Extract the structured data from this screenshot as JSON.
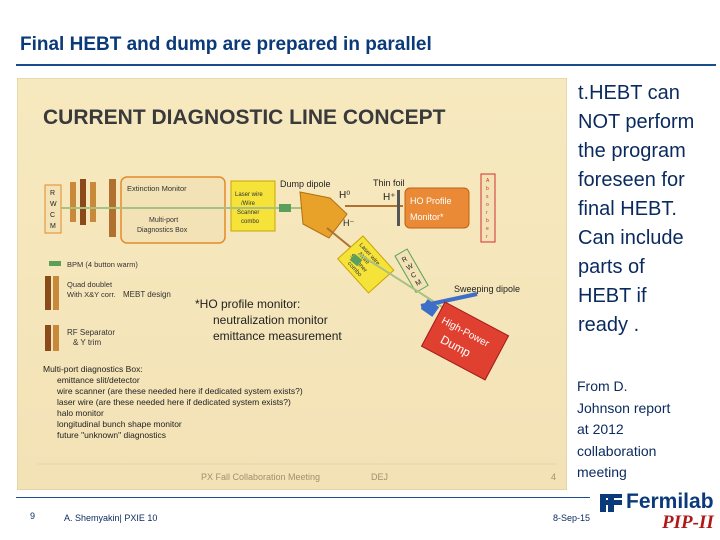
{
  "title": "Final HEBT and dump are prepared in parallel",
  "figure": {
    "heading": "CURRENT DIAGNOSTIC LINE CONCEPT",
    "rwcm_left": [
      "R",
      "W",
      "C",
      "M"
    ],
    "extinction_monitor": "Extinction Monitor",
    "laser_wire": [
      "Laser wire",
      "/Wire",
      "Scanner",
      "combo"
    ],
    "multiport_box": [
      "Multi-port",
      "Diagnostics Box"
    ],
    "dump_dipole": "Dump dipole",
    "h0": "H⁰",
    "h_minus": "H⁻",
    "thin_foil": "Thin foil",
    "h_plus": "H⁺",
    "absorber": [
      "A",
      "b",
      "s",
      "o",
      "r",
      "b",
      "e",
      "r"
    ],
    "ho_profile_monitor": [
      "HO Profile",
      "Monitor*"
    ],
    "laser_wire_diag": [
      "Laser wire",
      "/Wire",
      "Scanner",
      "combo"
    ],
    "rwcm_diag": [
      "R",
      "W",
      "C",
      "M"
    ],
    "bpm": "BPM (4 button warm)",
    "quad_doublet": [
      "Quad doublet",
      "With X&Y corr."
    ],
    "mebt_design": "MEBT design",
    "ho_note": [
      "*HO profile monitor:",
      "neutralization monitor",
      "emittance measurement"
    ],
    "sweeping_dipole": "Sweeping dipole",
    "dump": [
      "High-Power",
      "Dump"
    ],
    "rf_separator": [
      "RF Separator",
      "& Y trim"
    ],
    "multiport_list": [
      "Multi-port diagnostics Box:",
      "emittance slit/detector",
      "wire scanner (are these needed here if dedicated system exists?)",
      "laser wire (are these needed here if dedicated system exists?)",
      "halo monitor",
      "longitudinal bunch shape monitor",
      "future \"unknown\" diagnostics"
    ],
    "footer_meeting": "PX Fall Collaboration Meeting",
    "footer_author": "DEJ",
    "footer_page": "4"
  },
  "side_text": [
    "t.HEBT can",
    "NOT perform",
    "the program",
    "foreseen for",
    "final HEBT.",
    "Can include",
    "parts of",
    "HEBT if",
    "ready ."
  ],
  "source_note": [
    "From D.",
    "Johnson report",
    "at 2012",
    "collaboration",
    "meeting"
  ],
  "footer": {
    "page": "9",
    "author": "A. Shemyakin| PXIE 10",
    "date": "8-Sep-15",
    "logo": "Fermilab",
    "project": "PIP-II"
  }
}
